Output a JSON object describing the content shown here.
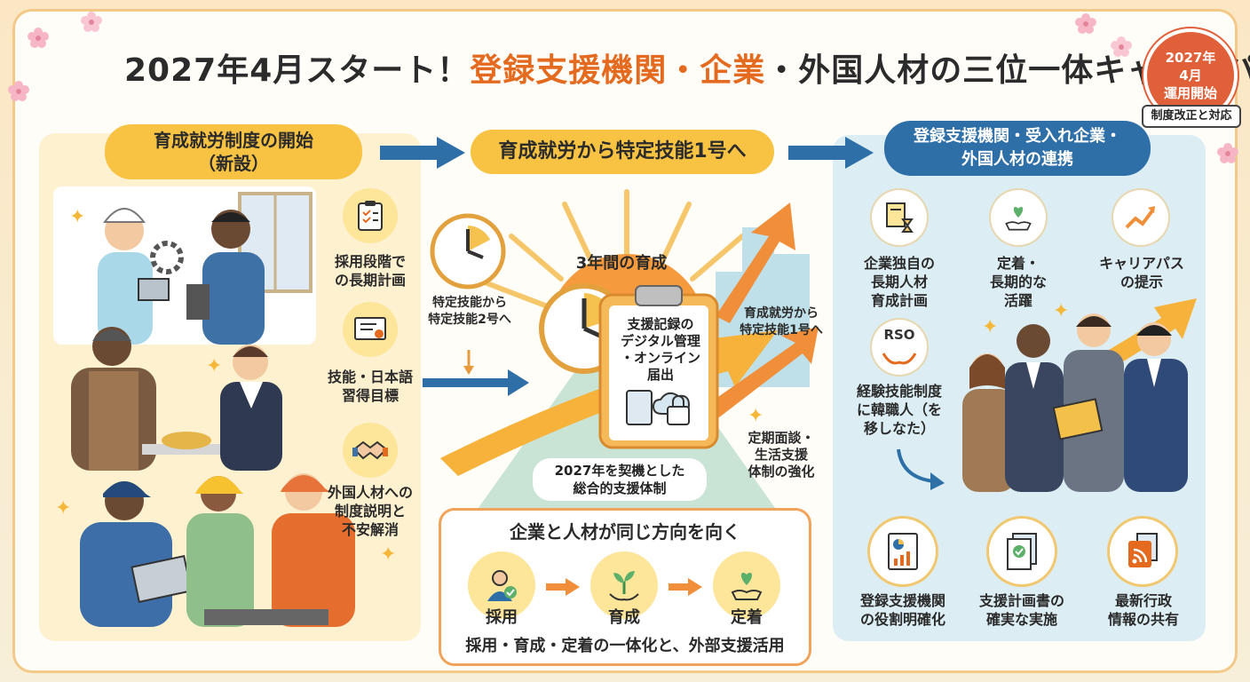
{
  "title": {
    "prefix": "2027年4月スタート！",
    "highlight": "登録支援機関・企業",
    "suffix": "・外国人材の三位一体キャリアパス"
  },
  "badge": {
    "line1": "2027年",
    "line2": "4月",
    "line3": "運用開始",
    "sub": "制度改正と対応"
  },
  "headers": {
    "left": "育成就労制度の開始\n（新設）",
    "center": "育成就労から特定技能1号へ",
    "right": "登録支援機関・受入れ企業・\n外国人材の連携"
  },
  "left_items": [
    {
      "icon": "clipboard-icon",
      "label": "採用段階で\nの長期計画"
    },
    {
      "icon": "certificate-icon",
      "label": "技能・日本語\n習得目標"
    },
    {
      "icon": "handshake-icon",
      "label": "外国人材への\n制度説明と\n不安解消"
    }
  ],
  "center": {
    "sun_label": "3年間の育成",
    "clock_label": "特定技能から\n特定技能2号へ",
    "clipboard_label": "支援記録の\nデジタル管理\n・オンライン届出",
    "arrow_label": "育成就労から\n特定技能1号へ",
    "support_label": "2027年を契機とした\n総合的支援体制",
    "interview_label": "定期面談・\n生活支援\n体制の強化"
  },
  "bottom": {
    "title": "企業と人材が同じ方向を向く",
    "steps": [
      {
        "icon": "recruit-icon",
        "label": "採用"
      },
      {
        "icon": "sprout-icon",
        "label": "育成"
      },
      {
        "icon": "heart-hand-icon",
        "label": "定着"
      }
    ],
    "caption": "採用・育成・定着の一体化と、外部支援活用"
  },
  "right_top": [
    {
      "icon": "document-hourglass-icon",
      "label": "企業独自の\n長期人材\n育成計画"
    },
    {
      "icon": "heart-hand-icon",
      "label": "定着・\n長期的な\n活躍"
    },
    {
      "icon": "growth-arrow-icon",
      "label": "キャリアパス\nの提示"
    }
  ],
  "rso": {
    "icon_text": "RSO",
    "label": "経験技能制度\nに韓職人（を\n移しなた）"
  },
  "right_bottom": [
    {
      "icon": "report-icon",
      "label": "登録支援機関\nの役割明確化"
    },
    {
      "icon": "plan-docs-icon",
      "label": "支援計画書の\n確実な実施"
    },
    {
      "icon": "rss-docs-icon",
      "label": "最新行政\n情報の共有"
    }
  ],
  "colors": {
    "accent_orange": "#e36a1e",
    "header_blue": "#2e6fa8",
    "header_yellow": "#f8c343"
  }
}
